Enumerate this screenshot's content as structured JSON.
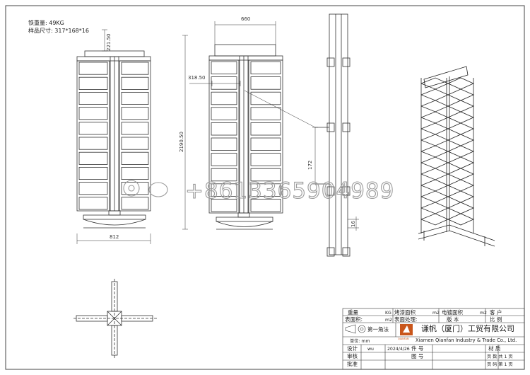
{
  "notes": {
    "weight": "铁重量: 49KG",
    "size": "样品尺寸: 317*168*16"
  },
  "dimensions": {
    "front_base_width": "812",
    "top_height": "221.50",
    "top_width": "660",
    "arm_width": "318.50",
    "total_height": "2190.50",
    "pitch": "172",
    "thickness": "16"
  },
  "watermark": "+8613365904989",
  "title_block": {
    "weight_label": "重量",
    "weight_unit": "KG",
    "paint_area_label": "烤漆面积",
    "paint_area_unit": "m2",
    "plating_area_label": "电镀面积",
    "plating_area_unit": "m2",
    "customer_label": "客 户",
    "surface_area_label": "表面积:",
    "surface_area_unit": "m2",
    "surface_treatment_label": "表面处理:",
    "version_label": "版 本",
    "scale_label": "比 例",
    "projection_label": "第一角法",
    "unit_label": "单位: mm",
    "company_cn": "谦帆（厦门）工贸有限公司",
    "company_en": "Xiamen Qianfan Industry & Trade Co., Ltd.",
    "logo_text": "QIANFAN",
    "designer_label": "设计",
    "designer_value": "wu",
    "date_value": "2024/4/26",
    "part_no_label": "件 号",
    "material_label": "材 质",
    "pages_label": "页 数 共 1 页",
    "review_label": "审核",
    "drawing_label": "图 号",
    "page_label": "页 码 第 1 页",
    "approve_label": "批准"
  },
  "colors": {
    "line": "#333333",
    "accent": "#c9561b"
  }
}
